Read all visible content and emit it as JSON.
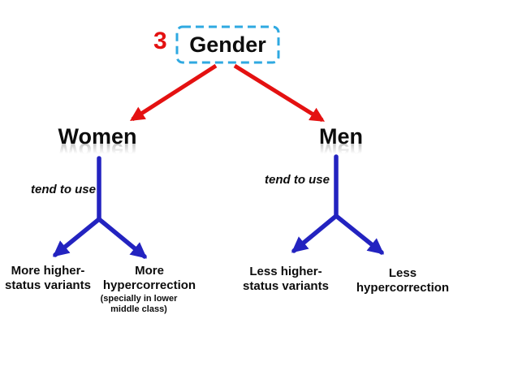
{
  "slide": {
    "number": "3",
    "title": "Gender"
  },
  "left_branch": {
    "label": "Women",
    "note": "tend to use",
    "child1": {
      "line1": "More higher-",
      "line2": "status variants"
    },
    "child2": {
      "line1": "More",
      "line2": "hypercorrection",
      "sub1": "(specially in lower",
      "sub2": "middle class)"
    }
  },
  "right_branch": {
    "label": "Men",
    "note": "tend to use",
    "child1": {
      "line1": "Less higher-",
      "line2": "status variants"
    },
    "child2": {
      "line1": "Less",
      "line2": "hypercorrection"
    }
  },
  "colors": {
    "red": "#e41111",
    "blue": "#2323c0",
    "box_border": "#2fa9e1",
    "text": "#0d0d0d"
  }
}
